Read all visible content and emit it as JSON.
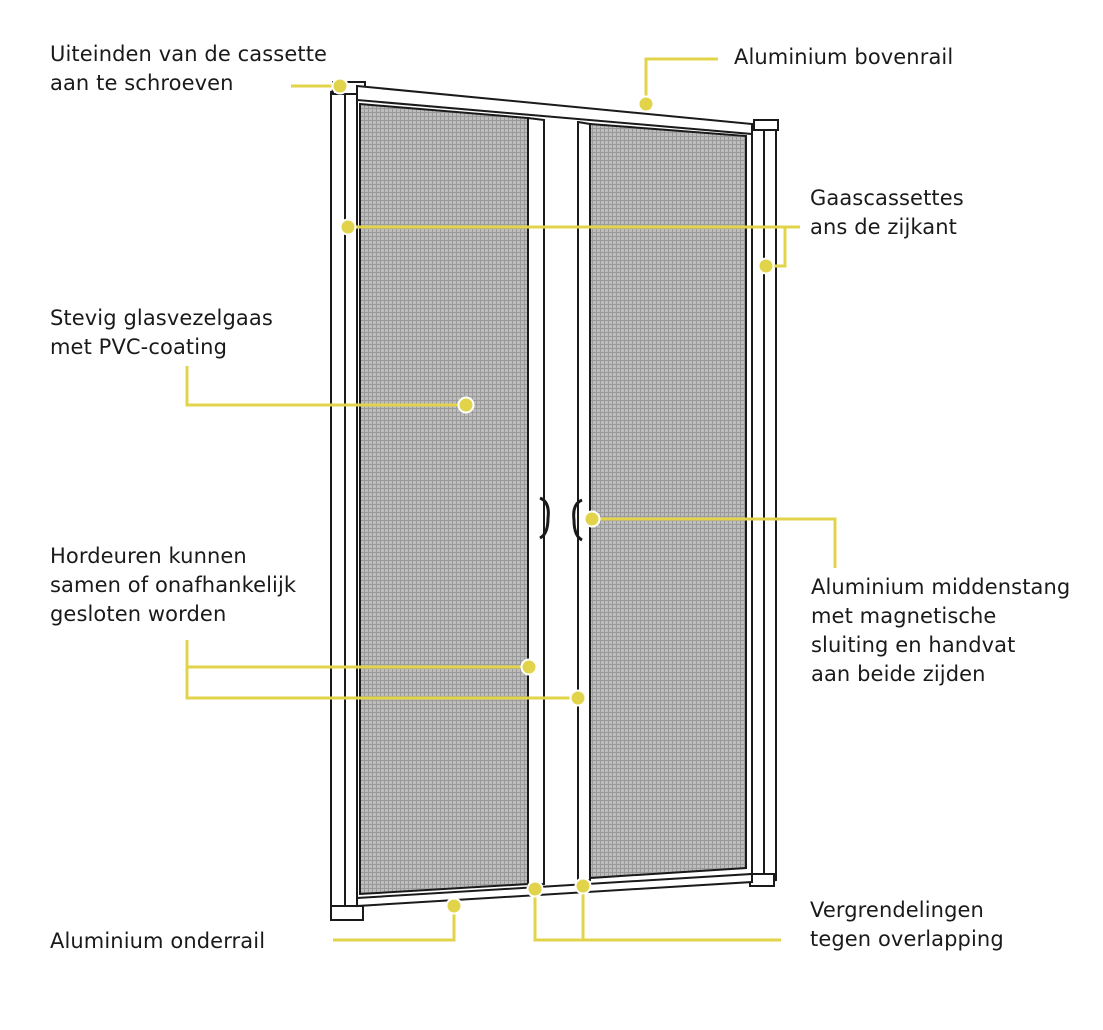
{
  "accent_color": "#e2d44a",
  "labels": {
    "cassette_ends": [
      "Uiteinden van de cassette",
      "aan te schroeven"
    ],
    "top_rail": [
      "Aluminium bovenrail"
    ],
    "side_cassettes": [
      "Gaascassettes",
      "ans de zijkant"
    ],
    "mesh": [
      "Stevig glasvezelgaas",
      "met PVC-coating"
    ],
    "doors_close": [
      "Hordeuren kunnen",
      "samen of onafhankelijk",
      "gesloten worden"
    ],
    "middle_bar": [
      "Aluminium middenstang",
      "met magnetische",
      "sluiting en handvat",
      "aan beide zijden"
    ],
    "bottom_rail": [
      "Aluminium onderrail"
    ],
    "overlap_locks": [
      "Vergrendelingen",
      "tegen overlapping"
    ]
  }
}
